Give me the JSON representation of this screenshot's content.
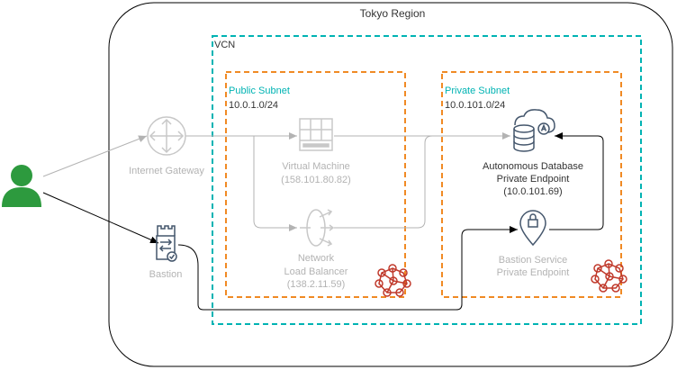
{
  "region": {
    "label": "Tokyo Region"
  },
  "vcn": {
    "label": "VCN"
  },
  "public_subnet": {
    "title": "Public Subnet",
    "cidr": "10.0.1.0/24"
  },
  "private_subnet": {
    "title": "Private Subnet",
    "cidr": "10.0.101.0/24"
  },
  "internet_gateway": {
    "label": "Internet Gateway"
  },
  "bastion": {
    "label": "Bastion"
  },
  "virtual_machine": {
    "line1": "Virtual Machine",
    "line2": "(158.101.80.82)"
  },
  "load_balancer": {
    "line1": "Network",
    "line2": "Load Balancer",
    "line3": "(138.2.11.59)"
  },
  "autonomous_db": {
    "line1": "Autonomous Database",
    "line2": "Private Endpoint",
    "line3": "(10.0.101.69)"
  },
  "bastion_service": {
    "line1": "Bastion Service",
    "line2": "Private Endpoint"
  },
  "colors": {
    "vcn_border": "#00b3b3",
    "subnet_border": "#f08a24",
    "faded": "#b3b3b3",
    "dark": "#333333",
    "user": "#2d9a3e",
    "subnet_icon": "#c0392b"
  }
}
